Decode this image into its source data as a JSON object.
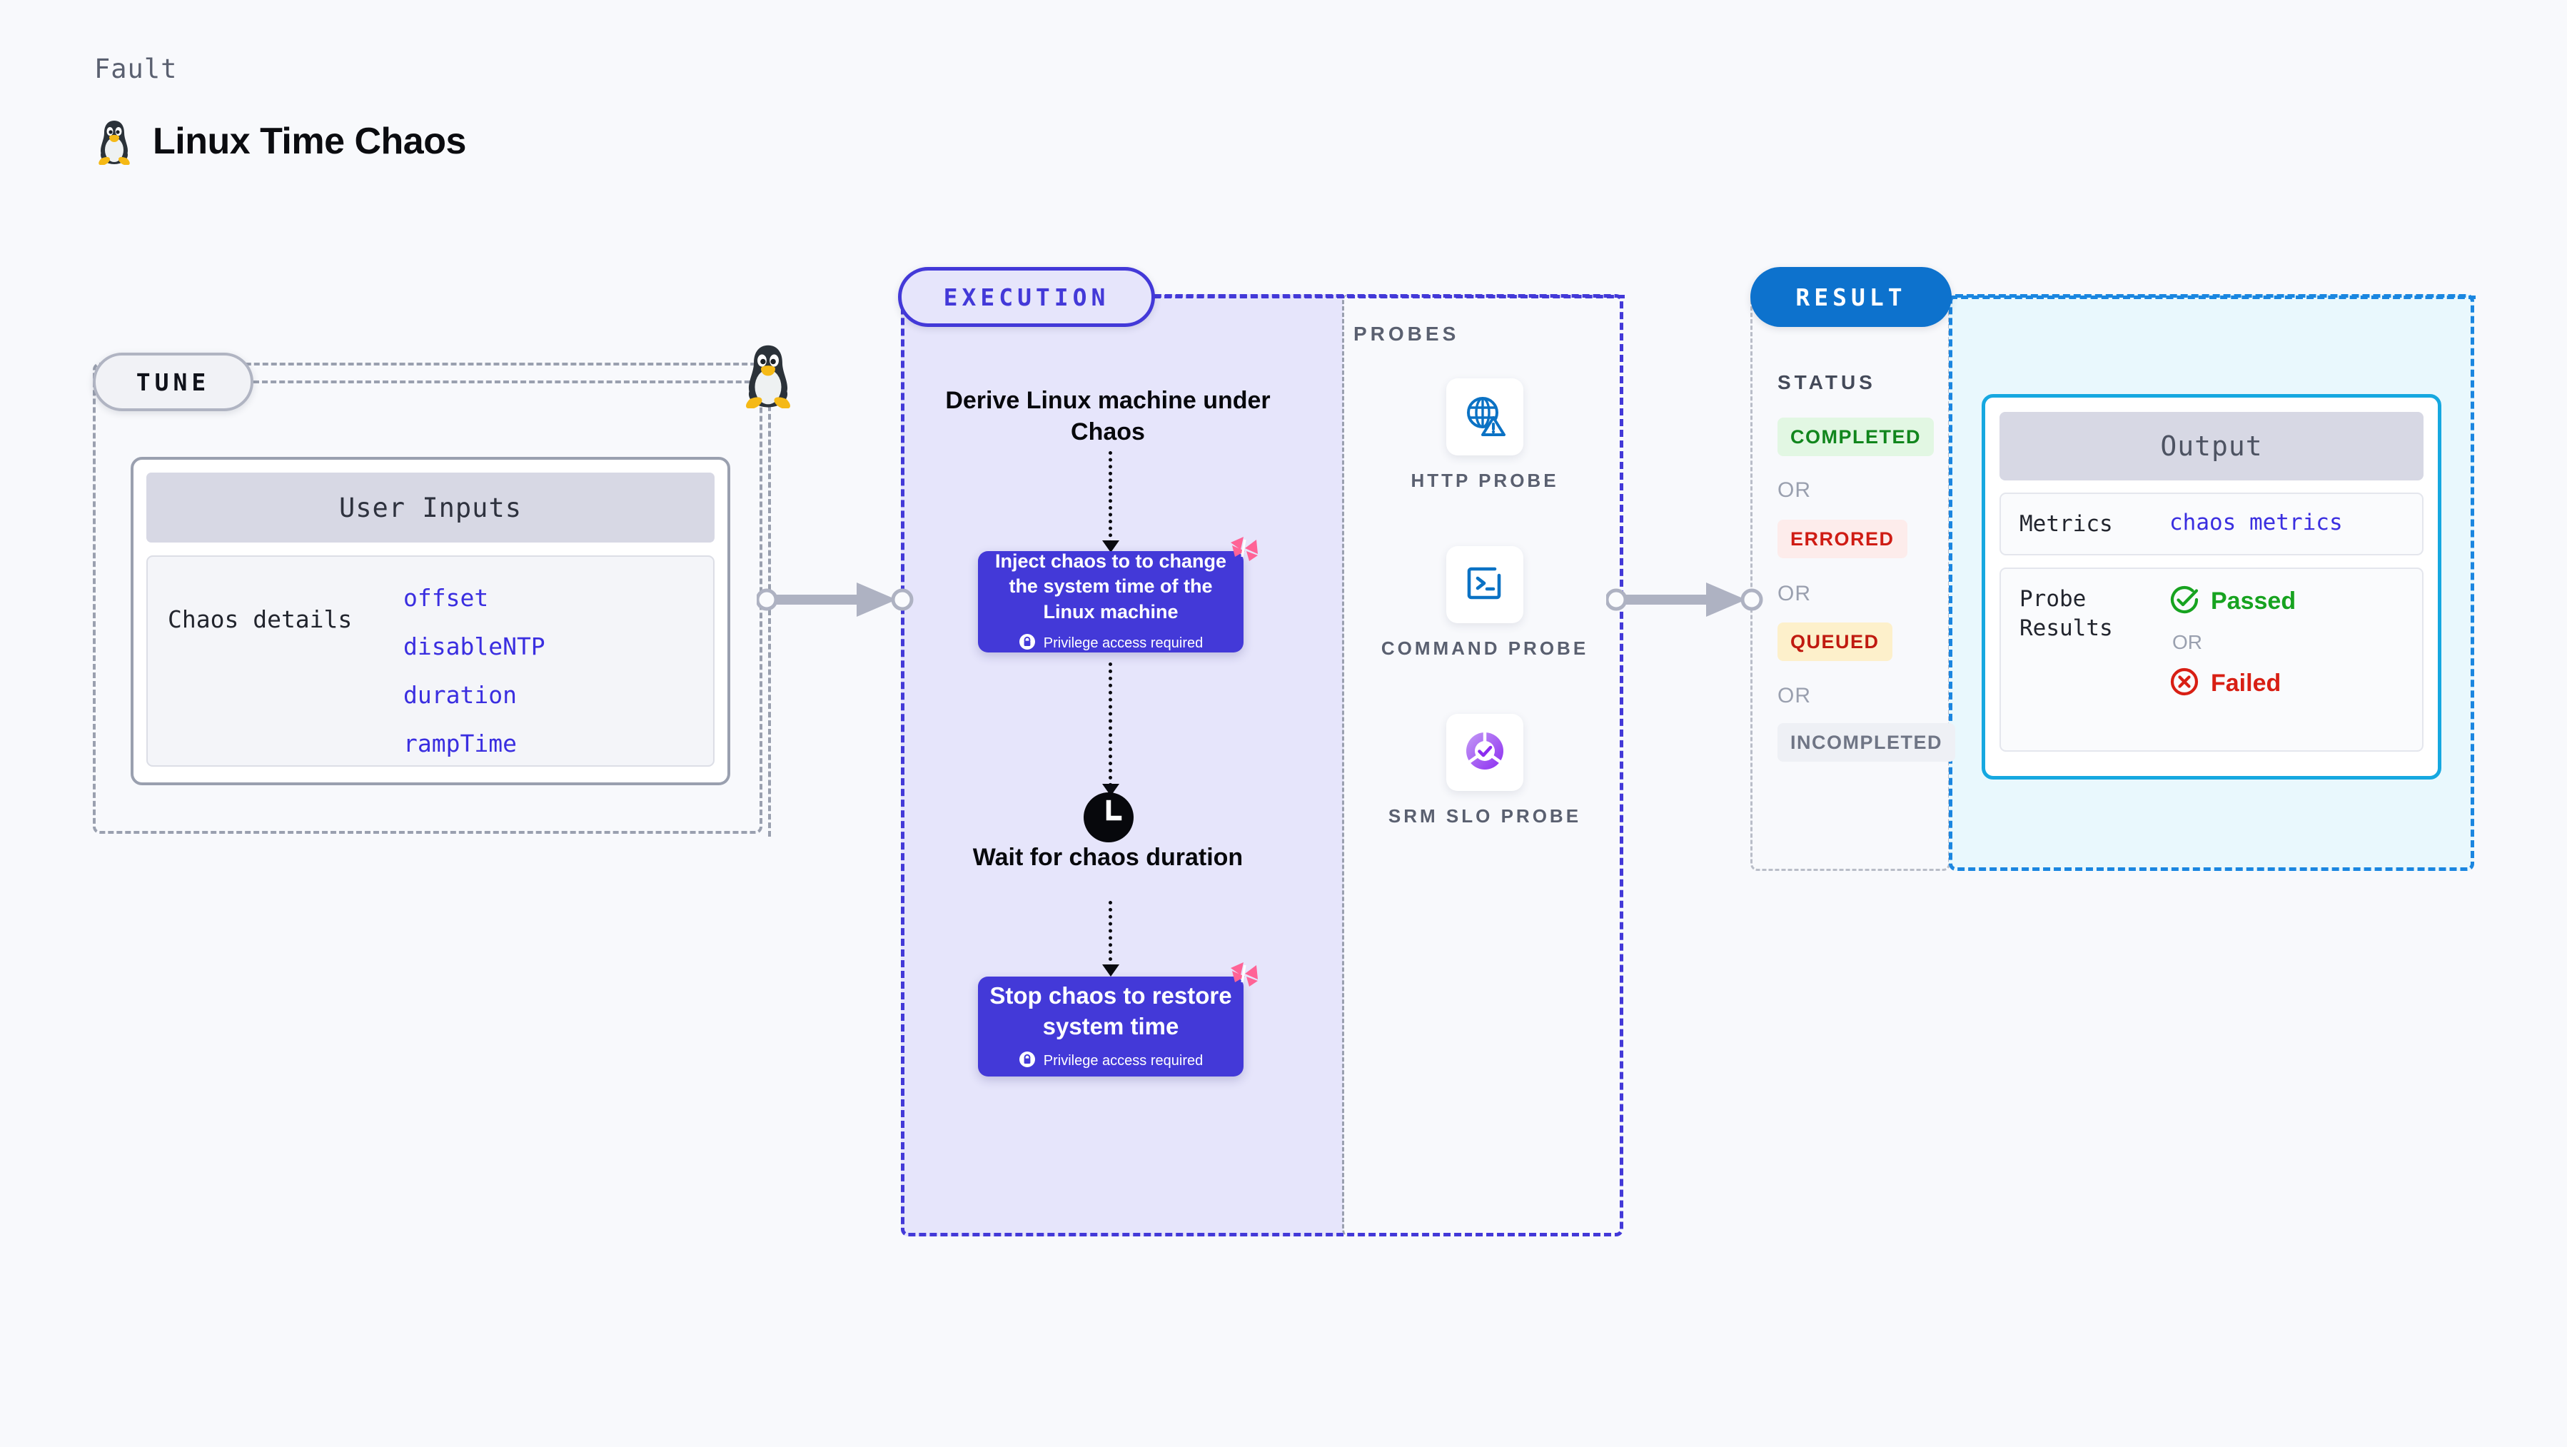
{
  "header": {
    "eyebrow": "Fault",
    "title": "Linux Time Chaos",
    "icon": "tux-penguin-icon"
  },
  "sections": {
    "tune": {
      "pill_label": "TUNE",
      "user_inputs": {
        "header": "User Inputs",
        "row_label": "Chaos details",
        "params": [
          "offset",
          "disableNTP",
          "duration",
          "rampTime"
        ]
      }
    },
    "execution": {
      "pill_label": "EXECUTION",
      "steps": [
        {
          "type": "text",
          "label": "Derive Linux machine under Chaos"
        },
        {
          "type": "card",
          "label": "Inject chaos to to change the system time of the Linux machine",
          "note": "Privilege access required",
          "badge": "harness-logo-icon"
        },
        {
          "type": "text",
          "label": "Wait for chaos duration",
          "icon": "clock-icon"
        },
        {
          "type": "card",
          "label": "Stop chaos to restore system time",
          "note": "Privilege access required",
          "badge": "harness-logo-icon"
        }
      ]
    },
    "probes": {
      "label": "PROBES",
      "items": [
        {
          "icon": "globe-warning-icon",
          "caption": "HTTP PROBE"
        },
        {
          "icon": "terminal-prompt-icon",
          "caption": "COMMAND PROBE"
        },
        {
          "icon": "srm-slo-donut-icon",
          "caption": "SRM SLO PROBE"
        }
      ]
    },
    "result": {
      "pill_label": "RESULT",
      "status_label": "STATUS",
      "or_label": "OR",
      "statuses": [
        {
          "label": "COMPLETED",
          "bg": "#e2f7e3",
          "fg": "#11861d"
        },
        {
          "label": "ERRORED",
          "bg": "#fdeceb",
          "fg": "#cf1c14"
        },
        {
          "label": "QUEUED",
          "bg": "#fdf0cb",
          "fg": "#c01a10"
        },
        {
          "label": "INCOMPLETED",
          "bg": "#eef0f5",
          "fg": "#6f7585"
        }
      ]
    },
    "output": {
      "header": "Output",
      "metrics_key": "Metrics",
      "metrics_value": "chaos metrics",
      "probe_results_key": "Probe Results",
      "passed_label": "Passed",
      "or_label": "OR",
      "failed_label": "Failed"
    }
  },
  "colors": {
    "background": "#f8f9fc",
    "execution_accent": "#4339d8",
    "execution_fill": "#e6e5fb",
    "result_accent": "#0d72cd",
    "output_accent": "#16a8e0",
    "output_fill": "#e9f8fd",
    "param_text": "#3a2ee0",
    "probe_blue": "#0b72c4",
    "harness_pink": "#ff6396",
    "passed_green": "#17a320",
    "failed_red": "#d81f14",
    "dashed_gray": "#9aa0af"
  }
}
